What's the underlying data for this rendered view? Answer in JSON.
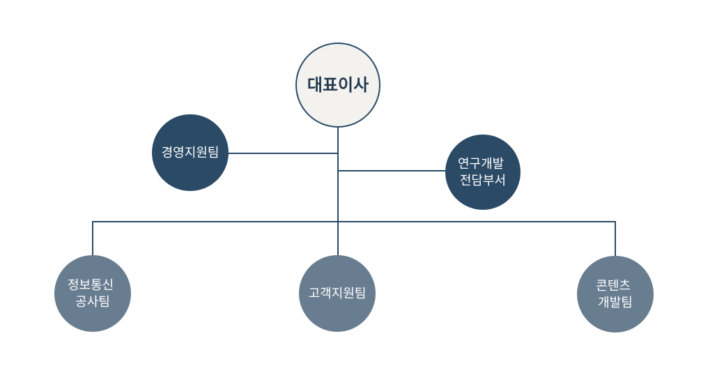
{
  "org_chart": {
    "colors": {
      "root_fill": "#f4f2ee",
      "root_stroke": "#2b4a66",
      "root_text": "#22384e",
      "staff_fill": "#2b4a66",
      "team_fill": "#687d90",
      "node_text": "#ffffff",
      "line": "#2b4a66"
    },
    "ceo": {
      "label": "대표이사"
    },
    "staff_left": {
      "lines": [
        "경영지원팀"
      ]
    },
    "staff_right": {
      "lines": [
        "연구개발",
        "전담부서"
      ]
    },
    "teams": [
      {
        "lines": [
          "정보통신",
          "공사팀"
        ]
      },
      {
        "lines": [
          "고객지원팀"
        ]
      },
      {
        "lines": [
          "콘텐츠",
          "개발팀"
        ]
      }
    ]
  }
}
